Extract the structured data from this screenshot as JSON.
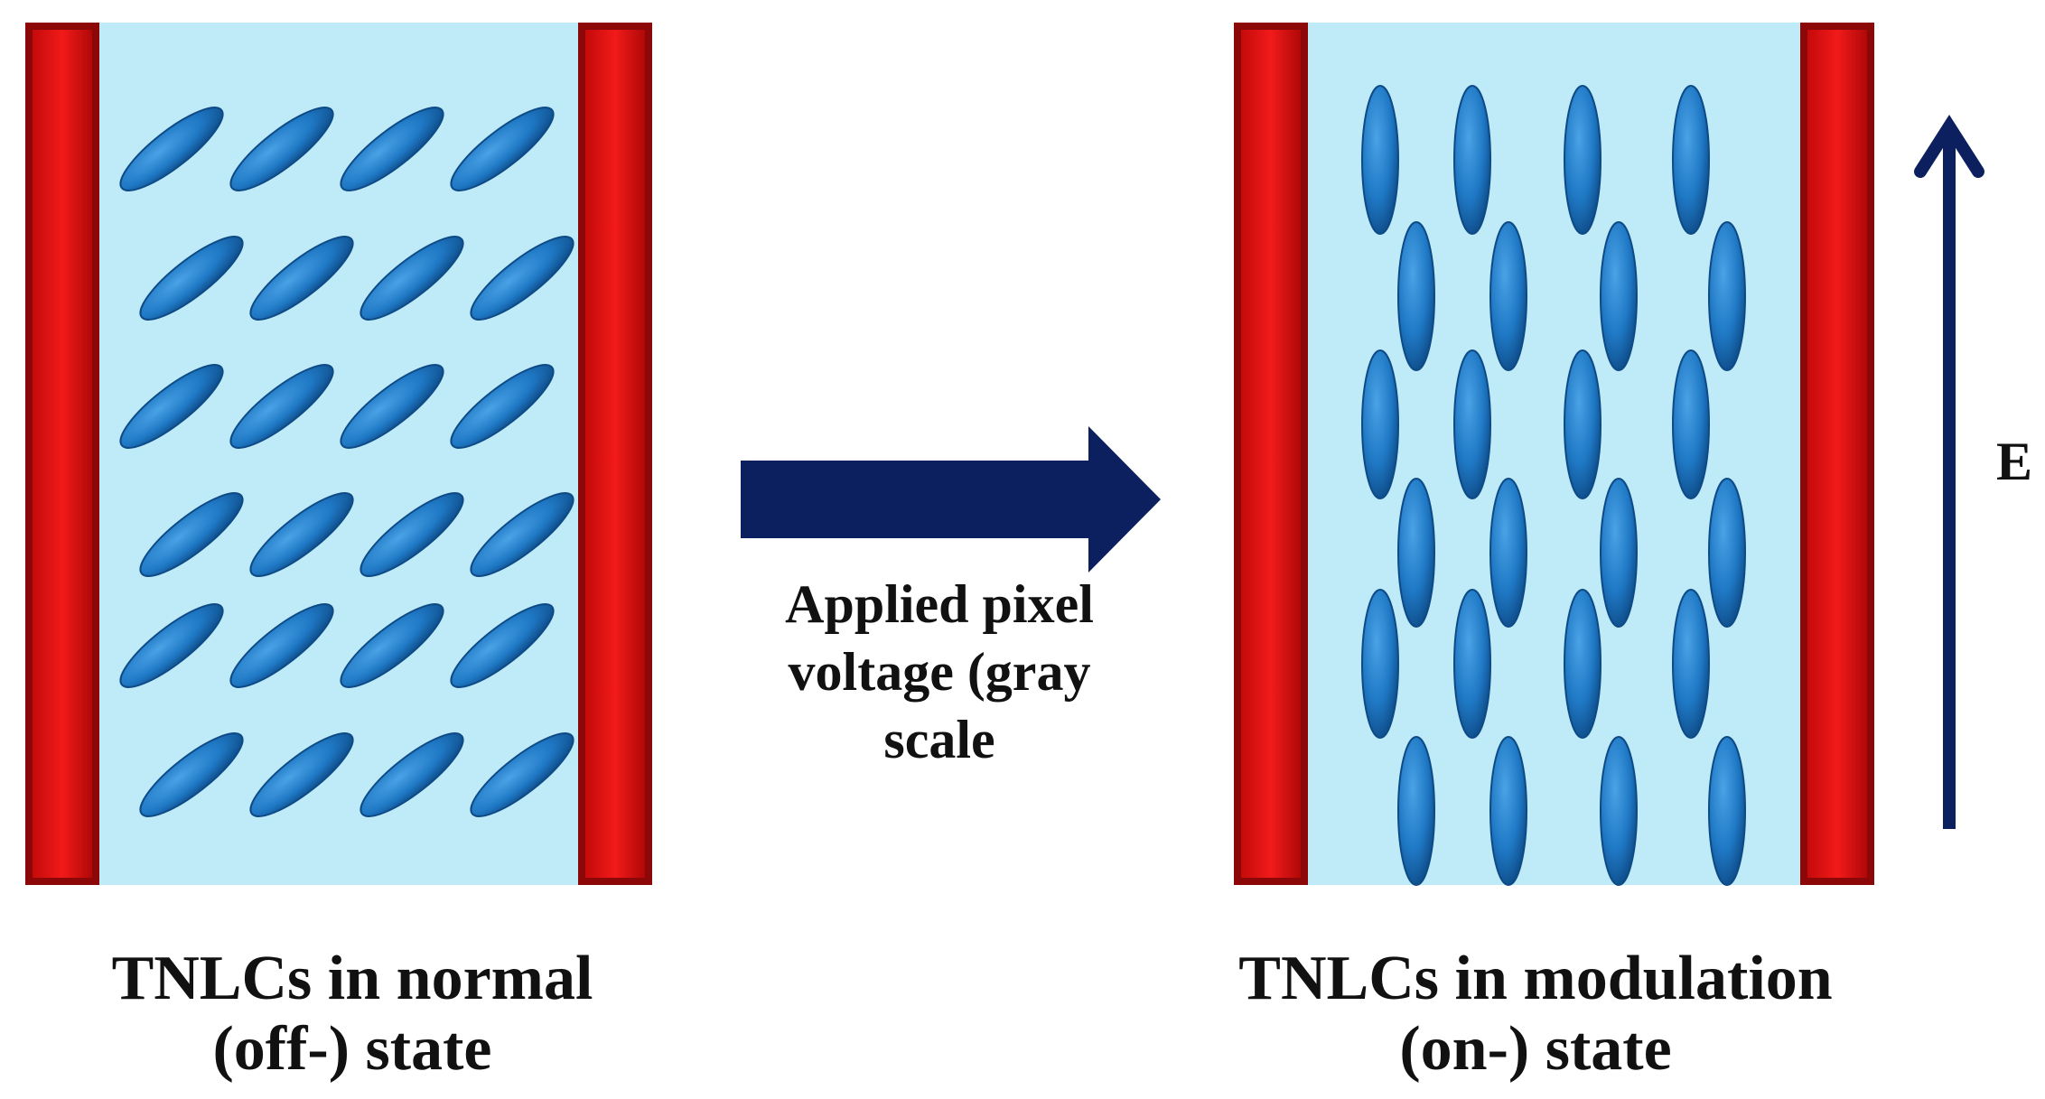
{
  "diagram": {
    "left_panel": {
      "caption_line1": "TNLCs in normal",
      "caption_line2": "(off-) state"
    },
    "transition": {
      "label_line1": "Applied pixel",
      "label_line2": "voltage (gray",
      "label_line3": "scale"
    },
    "right_panel": {
      "caption_line1": "TNLCs in modulation",
      "caption_line2": "(on-) state"
    },
    "field": {
      "label": "E"
    },
    "colors": {
      "electrode": "#e41515",
      "electrode_dark": "#8c0808",
      "cell_fill": "#bfeaf7",
      "molecule": "#1f78c4",
      "molecule_dark": "#0d4a86",
      "arrow": "#0c1f5e"
    },
    "molecules": {
      "off_state_count": 24,
      "off_state_orientation": "tilted",
      "on_state_count": 24,
      "on_state_orientation": "vertical"
    }
  }
}
